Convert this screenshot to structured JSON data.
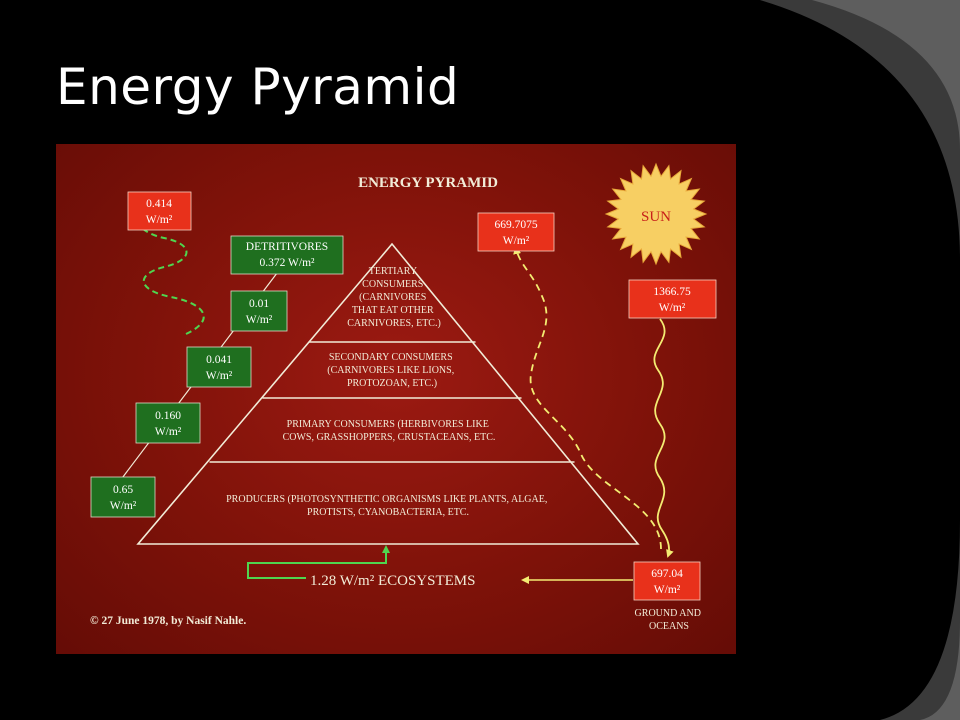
{
  "slide": {
    "title": "Energy Pyramid"
  },
  "figure": {
    "title": "ENERGY PYRAMID",
    "sun_label": "SUN",
    "levels": [
      {
        "lines": [
          "TERTIARY",
          "CONSUMERS",
          "(CARNIVORES",
          "THAT EAT OTHER",
          "CARNIVORES, ETC.)"
        ]
      },
      {
        "lines": [
          "SECONDARY CONSUMERS",
          "(CARNIVORES LIKE LIONS,",
          "PROTOZOAN, ETC.)"
        ]
      },
      {
        "lines": [
          "PRIMARY CONSUMERS (HERBIVORES LIKE",
          "COWS, GRASSHOPPERS, CRUSTACEANS, ETC."
        ]
      },
      {
        "lines": [
          "PRODUCERS (PHOTOSYNTHETIC ORGANISMS LIKE PLANTS, ALGAE,",
          "PROTISTS, CYANOBACTERIA, ETC."
        ]
      }
    ],
    "green_boxes": [
      {
        "lines": [
          "DETRITIVORES",
          "0.372 W/m²"
        ]
      },
      {
        "lines": [
          "0.01",
          "W/m²"
        ]
      },
      {
        "lines": [
          "0.041",
          "W/m²"
        ]
      },
      {
        "lines": [
          "0.160",
          "W/m²"
        ]
      },
      {
        "lines": [
          "0.65",
          "W/m²"
        ]
      }
    ],
    "red_boxes": [
      {
        "lines": [
          "0.414",
          "W/m²"
        ]
      },
      {
        "lines": [
          "669.7075",
          "W/m²"
        ]
      },
      {
        "lines": [
          "1366.75",
          "W/m²"
        ]
      },
      {
        "lines": [
          "697.04",
          "W/m²"
        ]
      }
    ],
    "ecosystems_label": "1.28 W/m² ECOSYSTEMS",
    "ground_label": [
      "GROUND AND",
      "OCEANS"
    ],
    "credit": "© 27 June 1978, by Nasif Nahle.",
    "colors": {
      "green_box": "#1f6f1f",
      "red_box": "#e8311b",
      "sun": "#f7cf63",
      "arrow_green": "#4fd64f",
      "arrow_yellow": "#f4ec72"
    }
  }
}
